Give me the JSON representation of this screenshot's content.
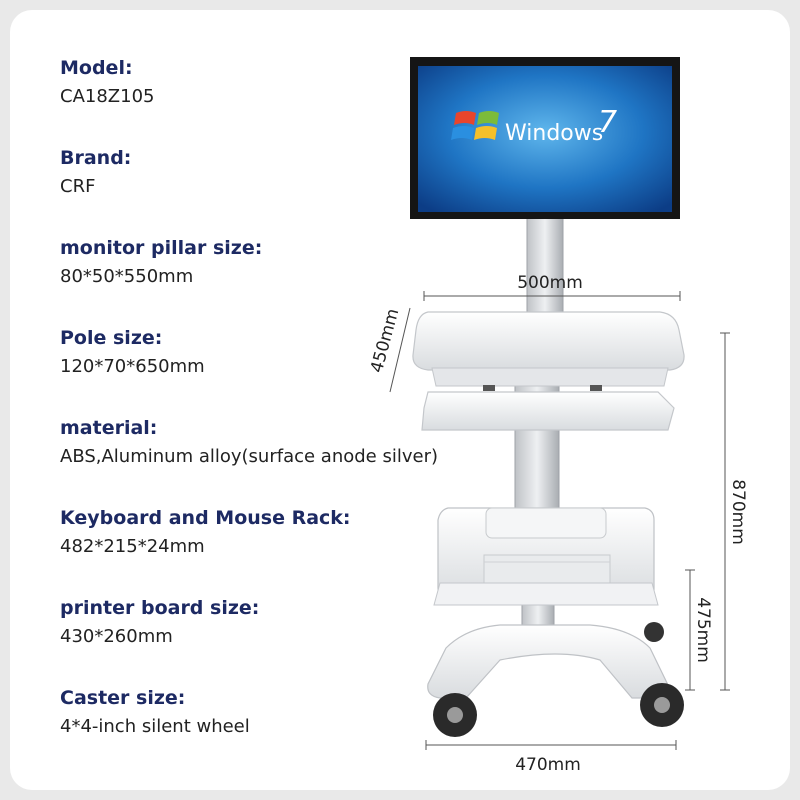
{
  "specs": [
    {
      "label": "Model:",
      "value": "CA18Z105"
    },
    {
      "label": "Brand:",
      "value": "CRF"
    },
    {
      "label": "monitor pillar size:",
      "value": "80*50*550mm"
    },
    {
      "label": "Pole size:",
      "value": "120*70*650mm"
    },
    {
      "label": "material:",
      "value": "ABS,Aluminum alloy(surface anode silver)"
    },
    {
      "label": "Keyboard and Mouse Rack:",
      "value": "482*215*24mm"
    },
    {
      "label": "printer board size:",
      "value": "430*260mm"
    },
    {
      "label": "Caster size:",
      "value": "4*4-inch silent wheel"
    }
  ],
  "screen": {
    "os_text": "Windows",
    "os_version": "7"
  },
  "dimensions": {
    "width_top": "500mm",
    "depth_top": "450mm",
    "height_total": "870mm",
    "height_base": "475mm",
    "width_base": "470mm"
  },
  "colors": {
    "label": "#1d2a63",
    "background": "#e9e9e9",
    "card": "#ffffff"
  }
}
